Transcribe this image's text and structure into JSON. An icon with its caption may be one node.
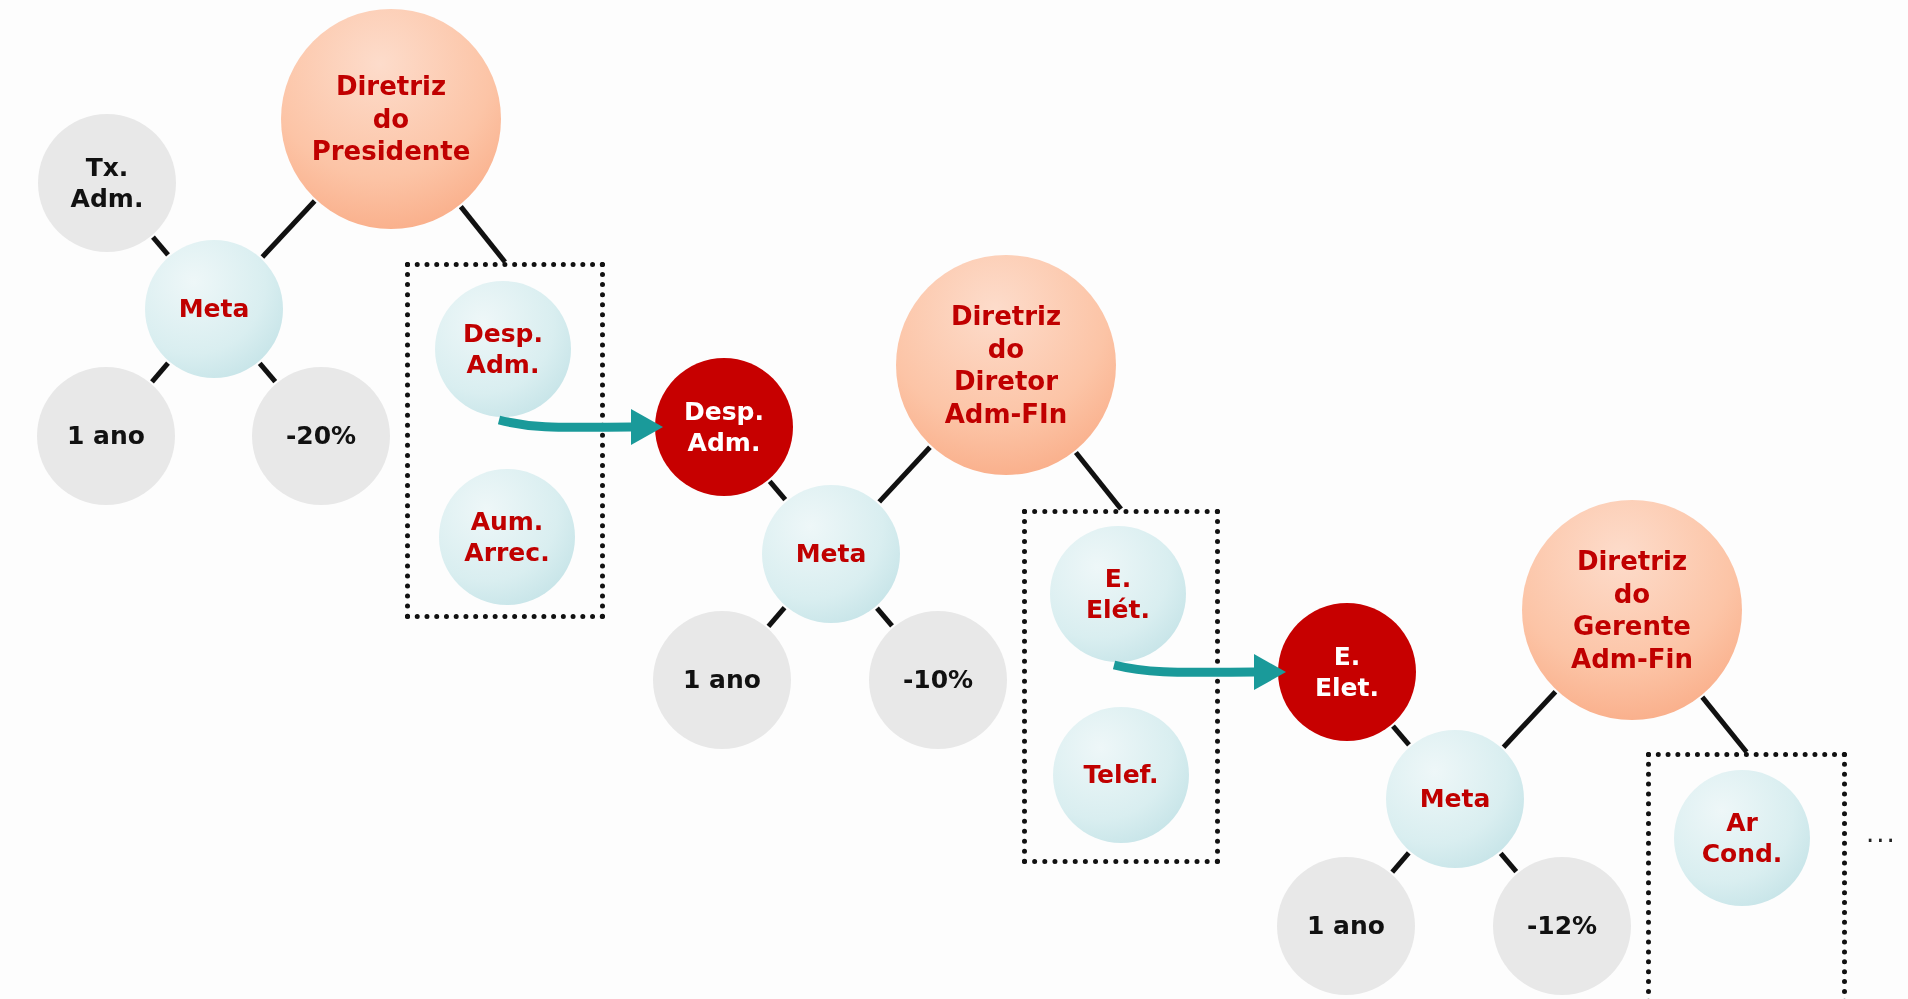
{
  "diagram": {
    "nodes": [
      {
        "text": [
          "Diretriz do Presidente"
        ]
      },
      {
        "text": [
          "Tx. Adm."
        ]
      },
      {
        "text": [
          "Meta"
        ]
      },
      {
        "text": [
          "1 ano"
        ]
      },
      {
        "text": [
          "-20%"
        ]
      },
      {
        "text": [],
        "shape": "box"
      },
      {
        "text": [
          "Desp. Adm."
        ],
        "in": 5
      },
      {
        "text": [
          "Aum. Arrec."
        ],
        "in": 5
      },
      {
        "text": [
          "Desp. Adm."
        ]
      },
      {
        "text": [
          "Diretriz do Diretor Adm-FIn"
        ]
      },
      {
        "text": [
          "Meta"
        ]
      },
      {
        "text": [
          "1 ano"
        ]
      },
      {
        "text": [
          "-10%"
        ]
      },
      {
        "text": [],
        "shape": "box"
      },
      {
        "text": [
          "E. Elét."
        ],
        "in": 13
      },
      {
        "text": [
          "Telef."
        ],
        "in": 13
      },
      {
        "text": [
          "E. Elet."
        ]
      },
      {
        "text": [
          "Diretriz do Gerente Adm-Fin"
        ]
      },
      {
        "text": [
          "Meta"
        ]
      },
      {
        "text": [
          "1 ano"
        ]
      },
      {
        "text": [
          "-12%"
        ]
      },
      {
        "text": [],
        "shape": "box"
      },
      {
        "text": [
          "Ar Cond."
        ],
        "in": 21
      }
    ],
    "edges": [
      {
        "from": 1,
        "to": 2,
        "arrow": "none"
      },
      {
        "from": 0,
        "to": 2,
        "arrow": "none"
      },
      {
        "from": 2,
        "to": 3,
        "arrow": "none"
      },
      {
        "from": 2,
        "to": 4,
        "arrow": "none"
      },
      {
        "from": 0,
        "to": 5,
        "arrow": "none"
      },
      {
        "from": 6,
        "to": 8,
        "arrow": "to",
        "style": "thick",
        "color": "#1a9a9a"
      },
      {
        "from": 8,
        "to": 10,
        "arrow": "none"
      },
      {
        "from": 9,
        "to": 10,
        "arrow": "none"
      },
      {
        "from": 10,
        "to": 11,
        "arrow": "none"
      },
      {
        "from": 10,
        "to": 12,
        "arrow": "none"
      },
      {
        "from": 9,
        "to": 13,
        "arrow": "none"
      },
      {
        "from": 14,
        "to": 16,
        "arrow": "to",
        "style": "thick",
        "color": "#1a9a9a"
      },
      {
        "from": 16,
        "to": 18,
        "arrow": "none"
      },
      {
        "from": 17,
        "to": 18,
        "arrow": "none"
      },
      {
        "from": 18,
        "to": 19,
        "arrow": "none"
      },
      {
        "from": 18,
        "to": 20,
        "arrow": "none"
      },
      {
        "from": 17,
        "to": 21,
        "arrow": "none"
      }
    ],
    "labels": [
      "..."
    ]
  }
}
